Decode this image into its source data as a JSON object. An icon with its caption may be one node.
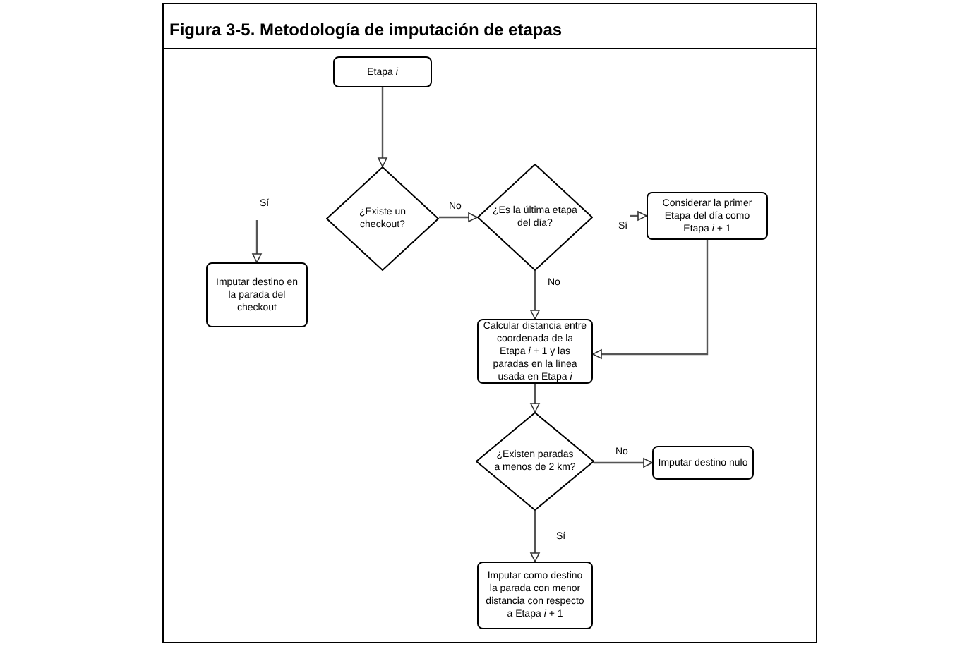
{
  "diagram": {
    "title": "Figura 3-5. Metodología de imputación de etapas",
    "nodes": [
      {
        "text": [
          "Etapa *i*"
        ]
      },
      {
        "text": [
          "¿Existe un checkout?"
        ]
      },
      {
        "text": [
          "Imputar destino en la parada del checkout"
        ]
      },
      {
        "text": [
          "¿Es la última etapa del día?"
        ]
      },
      {
        "text": [
          "Considerar la primer Etapa del día como Etapa *i* + 1"
        ]
      },
      {
        "text": [
          "Calcular distancia entre coordenada de la Etapa *i* + 1 y las paradas en la línea usada en Etapa *i*"
        ]
      },
      {
        "text": [
          "¿Existen paradas a menos de 2 km?"
        ]
      },
      {
        "text": [
          "Imputar destino nulo"
        ]
      },
      {
        "text": [
          "Imputar como destino la parada con menor distancia con respecto a Etapa *i* + 1"
        ]
      }
    ],
    "edges": [
      {
        "from": 0,
        "to": 1,
        "arrow": "to"
      },
      {
        "from": 1,
        "to": 3,
        "arrow": "to",
        "label": "No"
      },
      {
        "from": null,
        "to": 2,
        "arrow": "to",
        "label": "Sí"
      },
      {
        "from": 3,
        "to": 5,
        "arrow": "to",
        "label": "No"
      },
      {
        "from": null,
        "to": 4,
        "arrow": "to",
        "label": "Sí"
      },
      {
        "from": 4,
        "to": 5,
        "arrow": "to"
      },
      {
        "from": 5,
        "to": 6,
        "arrow": "to"
      },
      {
        "from": 6,
        "to": 7,
        "arrow": "to",
        "label": "No"
      },
      {
        "from": 6,
        "to": 8,
        "arrow": "to",
        "label": "Sí"
      }
    ]
  }
}
